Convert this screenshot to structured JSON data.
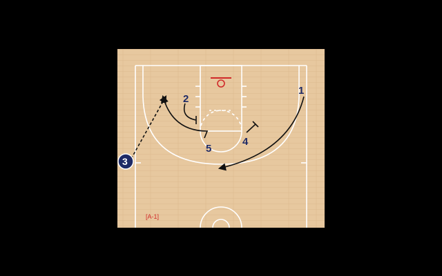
{
  "diagram": {
    "tag": "[A-1]",
    "colors": {
      "background": "#000000",
      "court_wood": "#e7c89f",
      "court_lines": "#ffffff",
      "player": "#1e2a66",
      "rim": "#d12a2a",
      "tag": "#d12a2a"
    },
    "players": [
      {
        "id": "1",
        "label": "1"
      },
      {
        "id": "2",
        "label": "2"
      },
      {
        "id": "3",
        "label": "3"
      },
      {
        "id": "4",
        "label": "4"
      },
      {
        "id": "5",
        "label": "5"
      }
    ]
  }
}
